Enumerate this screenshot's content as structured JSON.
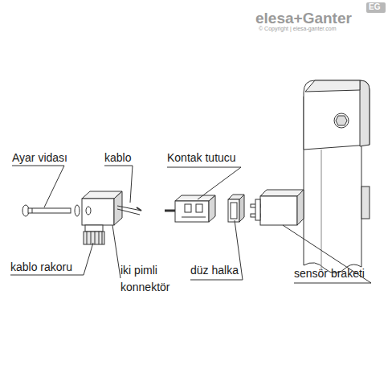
{
  "diagram": {
    "labels": [
      "elesa+Ganter",
      "EG",
      "© Copyright | elesa-ganter.com",
      "Ayar vidası",
      "kablo",
      "Kontak tutucu",
      "kablo rakoru",
      "iki pimli konnektör",
      "düz halka",
      "sensör braketi"
    ]
  }
}
